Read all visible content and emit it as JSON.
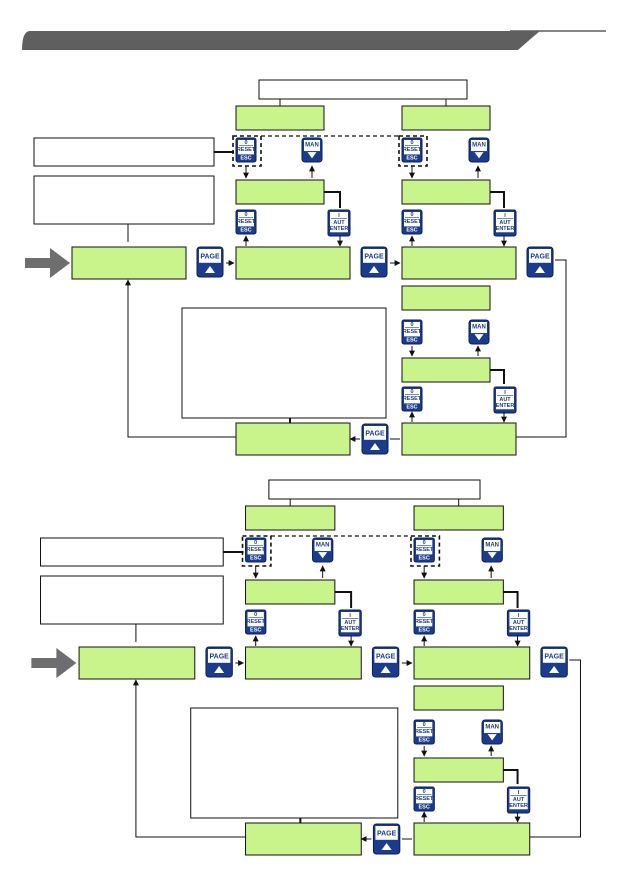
{
  "keys": {
    "page": "PAGE",
    "man": "MAN",
    "reset": {
      "zero": "0",
      "line1": "RESET",
      "line2": "ESC"
    },
    "aut": {
      "one": "I",
      "line1": "AUT",
      "line2": "ENTER"
    }
  },
  "colors": {
    "lcd_green": "#c9f48c",
    "key_blue": "#1b3c8c",
    "header_gray": "#5f5f5f",
    "arrow_gray": "#6e6e6e"
  }
}
